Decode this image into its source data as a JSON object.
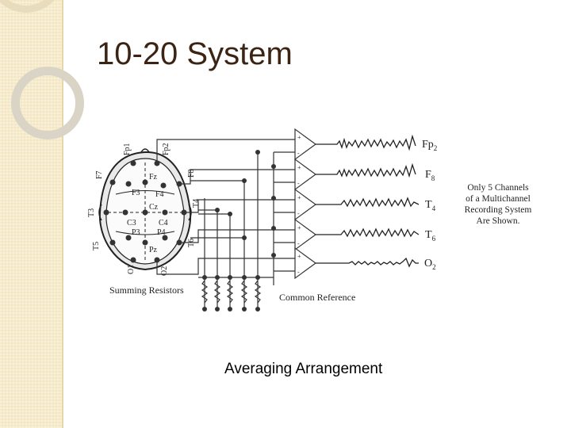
{
  "slide": {
    "title": "10-20 System",
    "caption": "Averaging Arrangement"
  },
  "figure": {
    "electrodes": {
      "fp1": "Fp1",
      "fp2": "Fp2",
      "f7": "F7",
      "f8": "F8",
      "f3": "F3",
      "f4": "F4",
      "fz": "Fz",
      "t3": "T3",
      "t4": "T4",
      "c3": "C3",
      "c4": "C4",
      "cz": "Cz",
      "t5": "T5",
      "t6": "T6",
      "p3": "P3",
      "p4": "P4",
      "pz": "Pz",
      "o1": "O1",
      "o2": "O2"
    },
    "channels": [
      "Fp",
      "F",
      "T",
      "T",
      "O"
    ],
    "channel_subs": [
      "2",
      "8",
      "4",
      "6",
      "2"
    ],
    "summing_resistors": "Summing Resistors",
    "common_reference": "Common Reference",
    "note_lines": [
      "Only 5 Channels",
      "of a Multichannel",
      "Recording System",
      "Are Shown."
    ]
  }
}
